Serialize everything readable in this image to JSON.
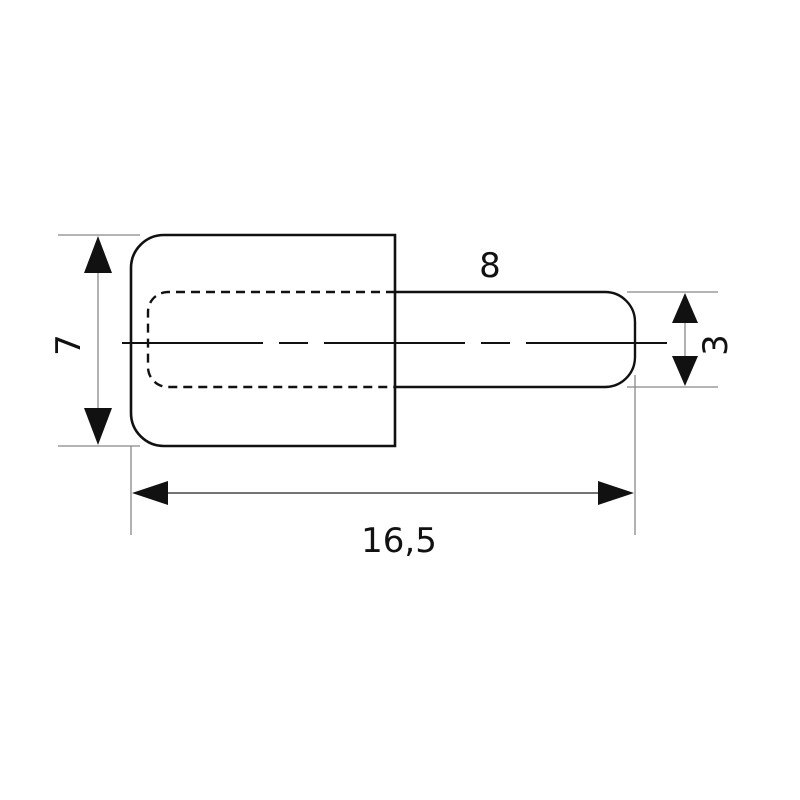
{
  "diagram": {
    "type": "technical-drawing",
    "dimensions": {
      "height": "7",
      "pin_length": "8",
      "pin_diameter": "3",
      "total_length": "16,5"
    },
    "colors": {
      "outline": "#111111",
      "dimension_line": "#888888",
      "arrow": "#111111"
    }
  }
}
